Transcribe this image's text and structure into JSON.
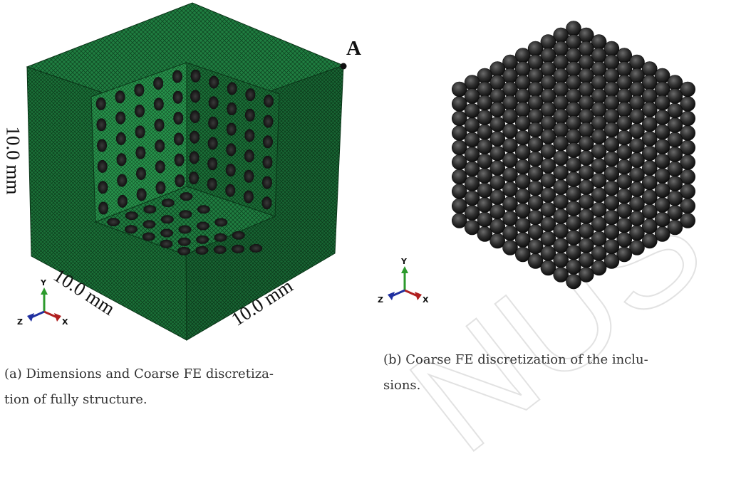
{
  "panel_a": {
    "point_label": "A",
    "dim_vertical": "10.0 mm",
    "dim_left": "10.0 mm",
    "dim_right": "10.0 mm",
    "axis": {
      "y": "Y",
      "z": "Z",
      "x": "X"
    },
    "caption_line1": "(a) Dimensions and Coarse FE discretiza-",
    "caption_line2": "tion of fully structure."
  },
  "panel_b": {
    "axis": {
      "y": "Y",
      "z": "Z",
      "x": "X"
    },
    "caption_line1": "(b) Coarse FE discretization of the inclu-",
    "caption_line2": "sions."
  },
  "colors": {
    "mesh_green": "#1e7a3e",
    "sphere_dark": "#2b2b2b",
    "axis_x": "#b02020",
    "axis_y": "#2c9a2c",
    "axis_z": "#2030a0"
  }
}
